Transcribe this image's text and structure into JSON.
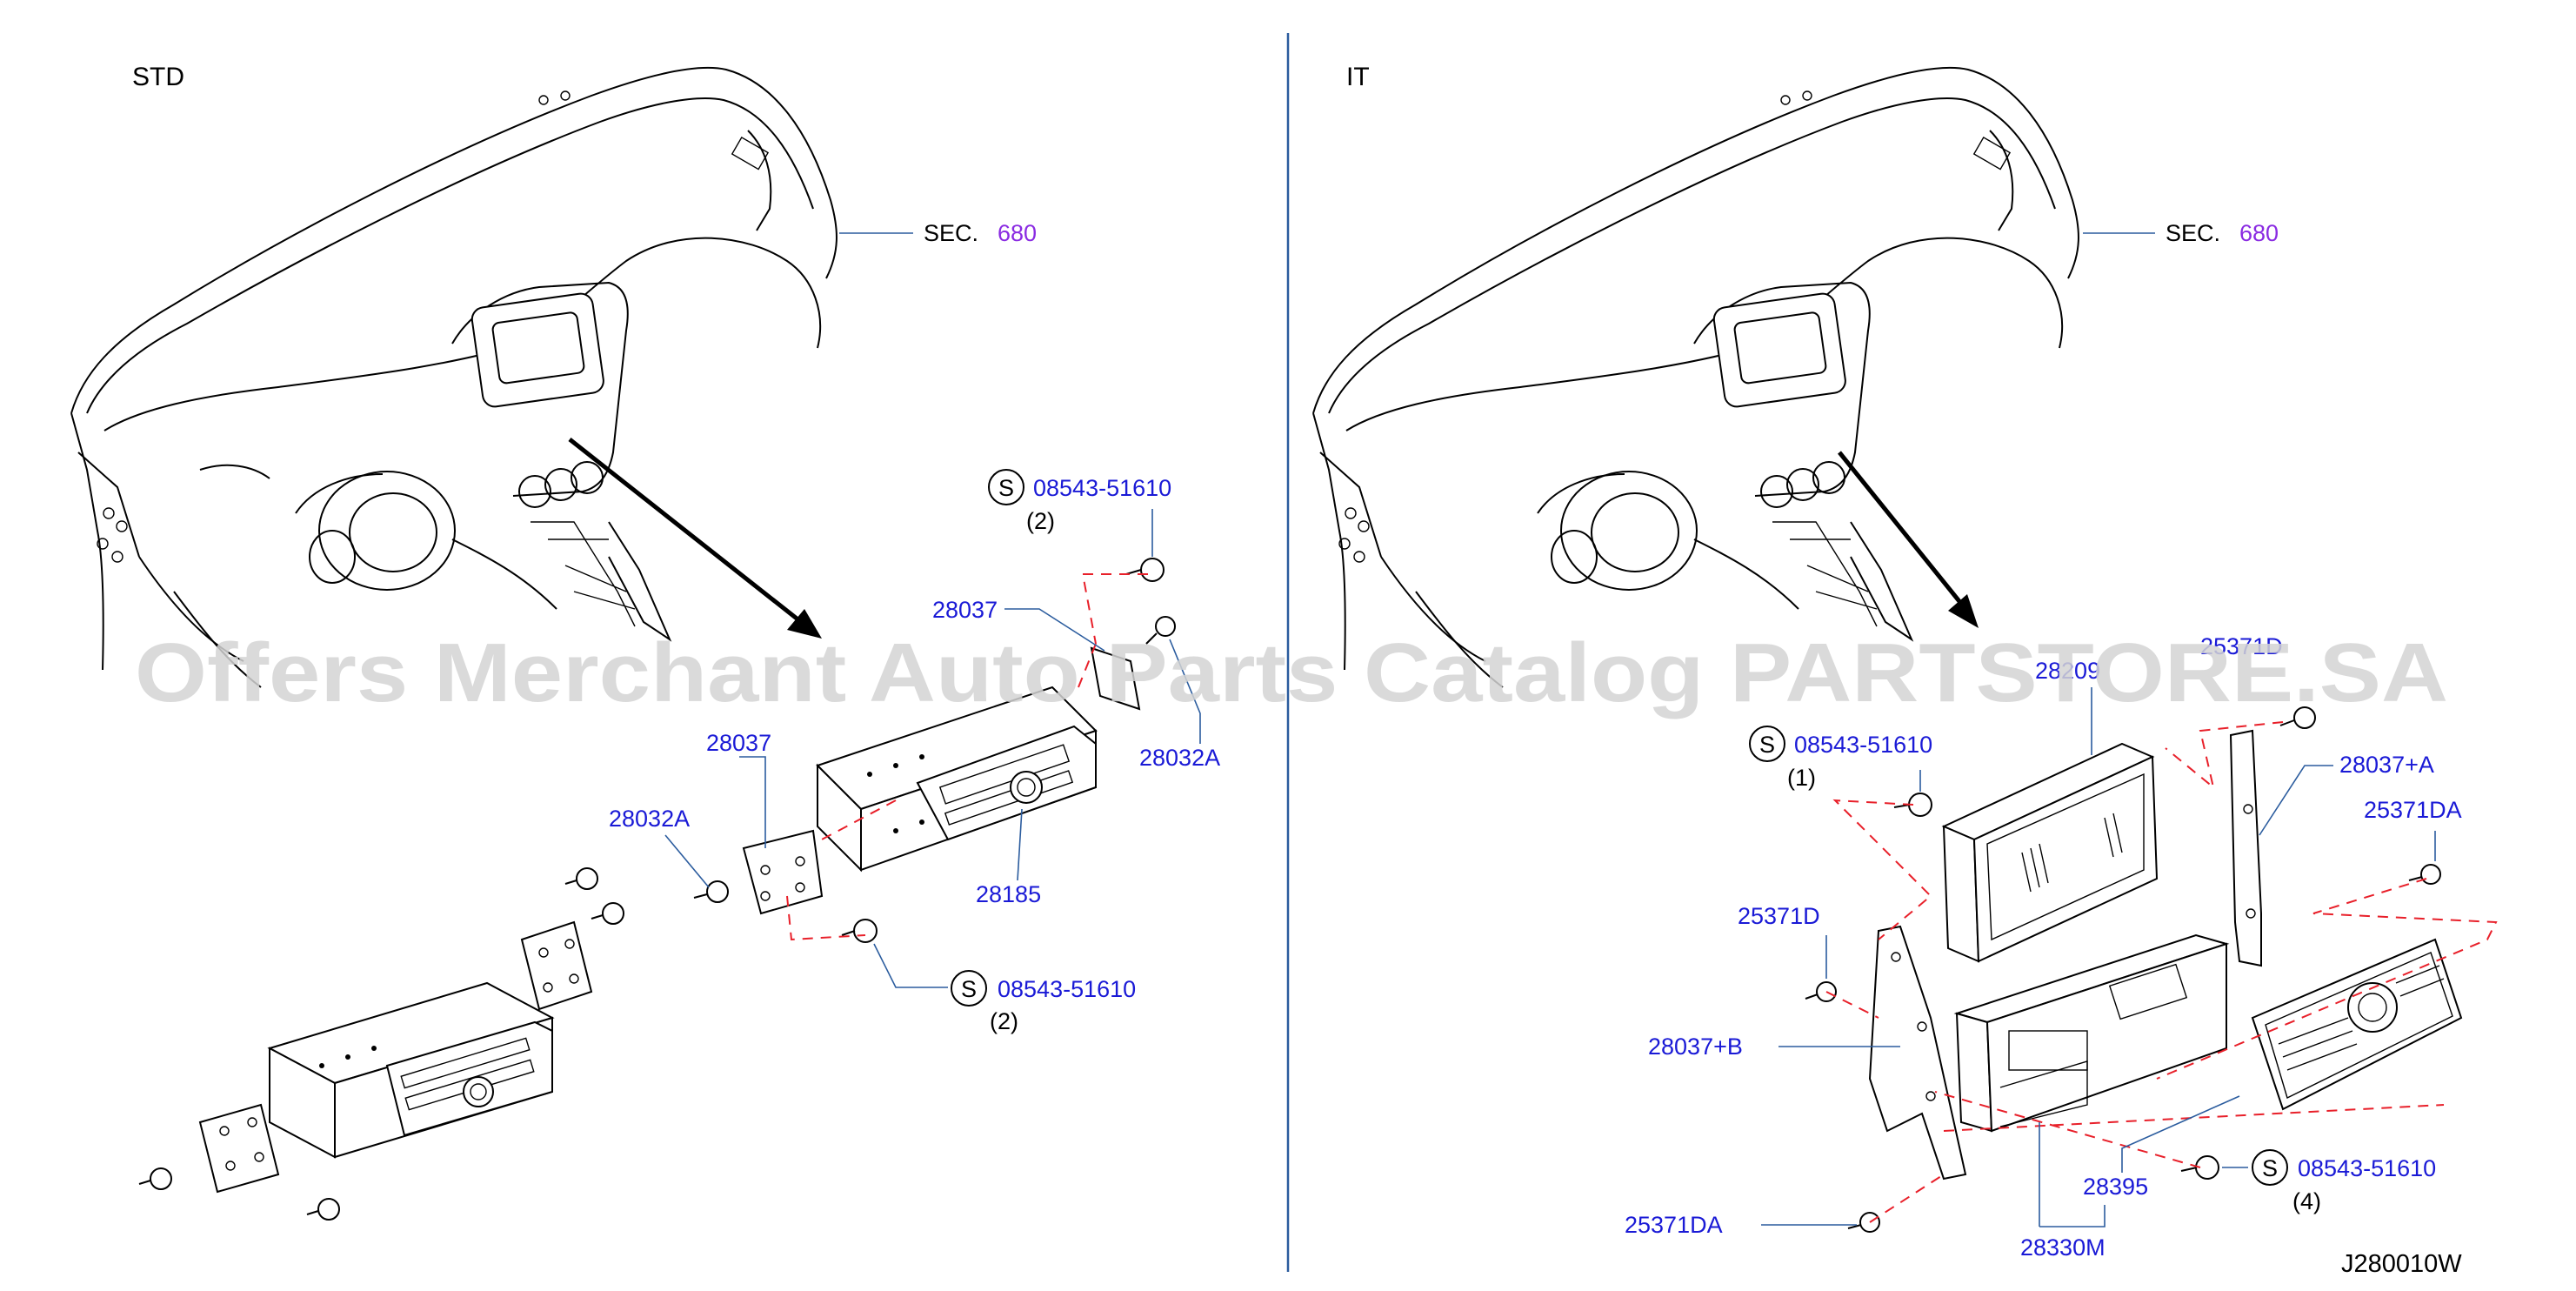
{
  "panels": {
    "left_title": "STD",
    "right_title": "IT"
  },
  "labels": {
    "sec_left_a": "SEC.",
    "sec_left_b": "680",
    "sec_right_a": "SEC.",
    "sec_right_b": "680",
    "std_s1_num": "08543-51610",
    "std_s1_qty": "(2)",
    "std_28037_a": "28037",
    "std_28037_b": "28037",
    "std_28032a_right": "28032A",
    "std_28032a_left": "28032A",
    "std_28185": "28185",
    "std_s2_num": "08543-51610",
    "std_s2_qty": "(2)",
    "it_25371d_top": "25371D",
    "it_28209": "28209",
    "it_s1_num": "08543-51610",
    "it_s1_qty": "(1)",
    "it_28037a": "28037+A",
    "it_25371da_right": "25371DA",
    "it_25371d_left": "25371D",
    "it_28037b": "28037+B",
    "it_s2_num": "08543-51610",
    "it_s2_qty": "(4)",
    "it_28395": "28395",
    "it_25371da_left": "25371DA",
    "it_28330m": "28330M",
    "diagram_code": "J280010W",
    "s_symbol": "S"
  },
  "watermark": "Offers Merchant Auto Parts Catalog PARTSTORE.SA",
  "colors": {
    "part_number": "#1a1ad6",
    "section_number": "#8a2be2",
    "leader": "#2b5c9e",
    "divider": "#2b5c9e",
    "dashed": "#e8202a",
    "watermark": "#d4d4d4"
  }
}
